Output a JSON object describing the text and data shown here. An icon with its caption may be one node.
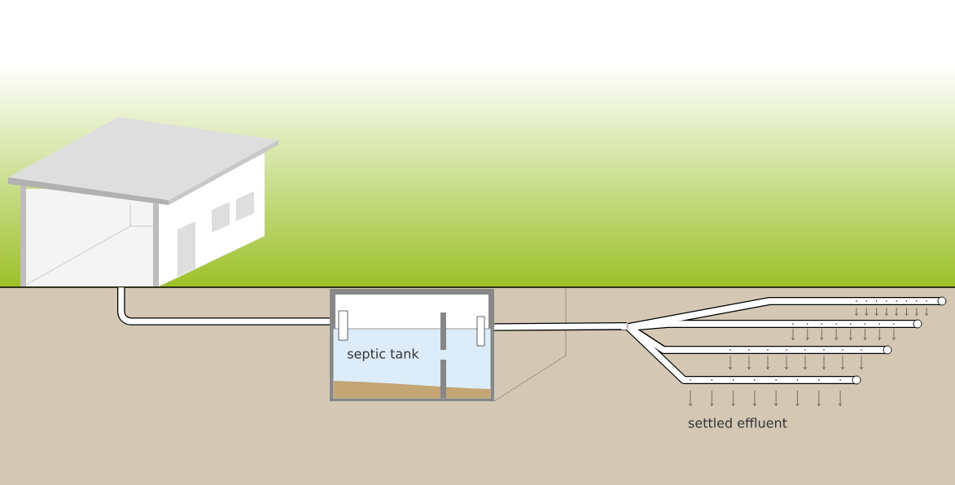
{
  "diagram": {
    "nodes": [
      {
        "text": [],
        "shape": "picture"
      },
      {
        "text": [
          "septic tank"
        ]
      },
      {
        "text": [],
        "shape": "picture",
        "beside": [
          "settled effluent"
        ]
      }
    ],
    "edges": [
      {
        "from": 0,
        "to": 1,
        "arrow": "none"
      },
      {
        "from": 1,
        "to": 2,
        "arrow": "none"
      }
    ]
  }
}
